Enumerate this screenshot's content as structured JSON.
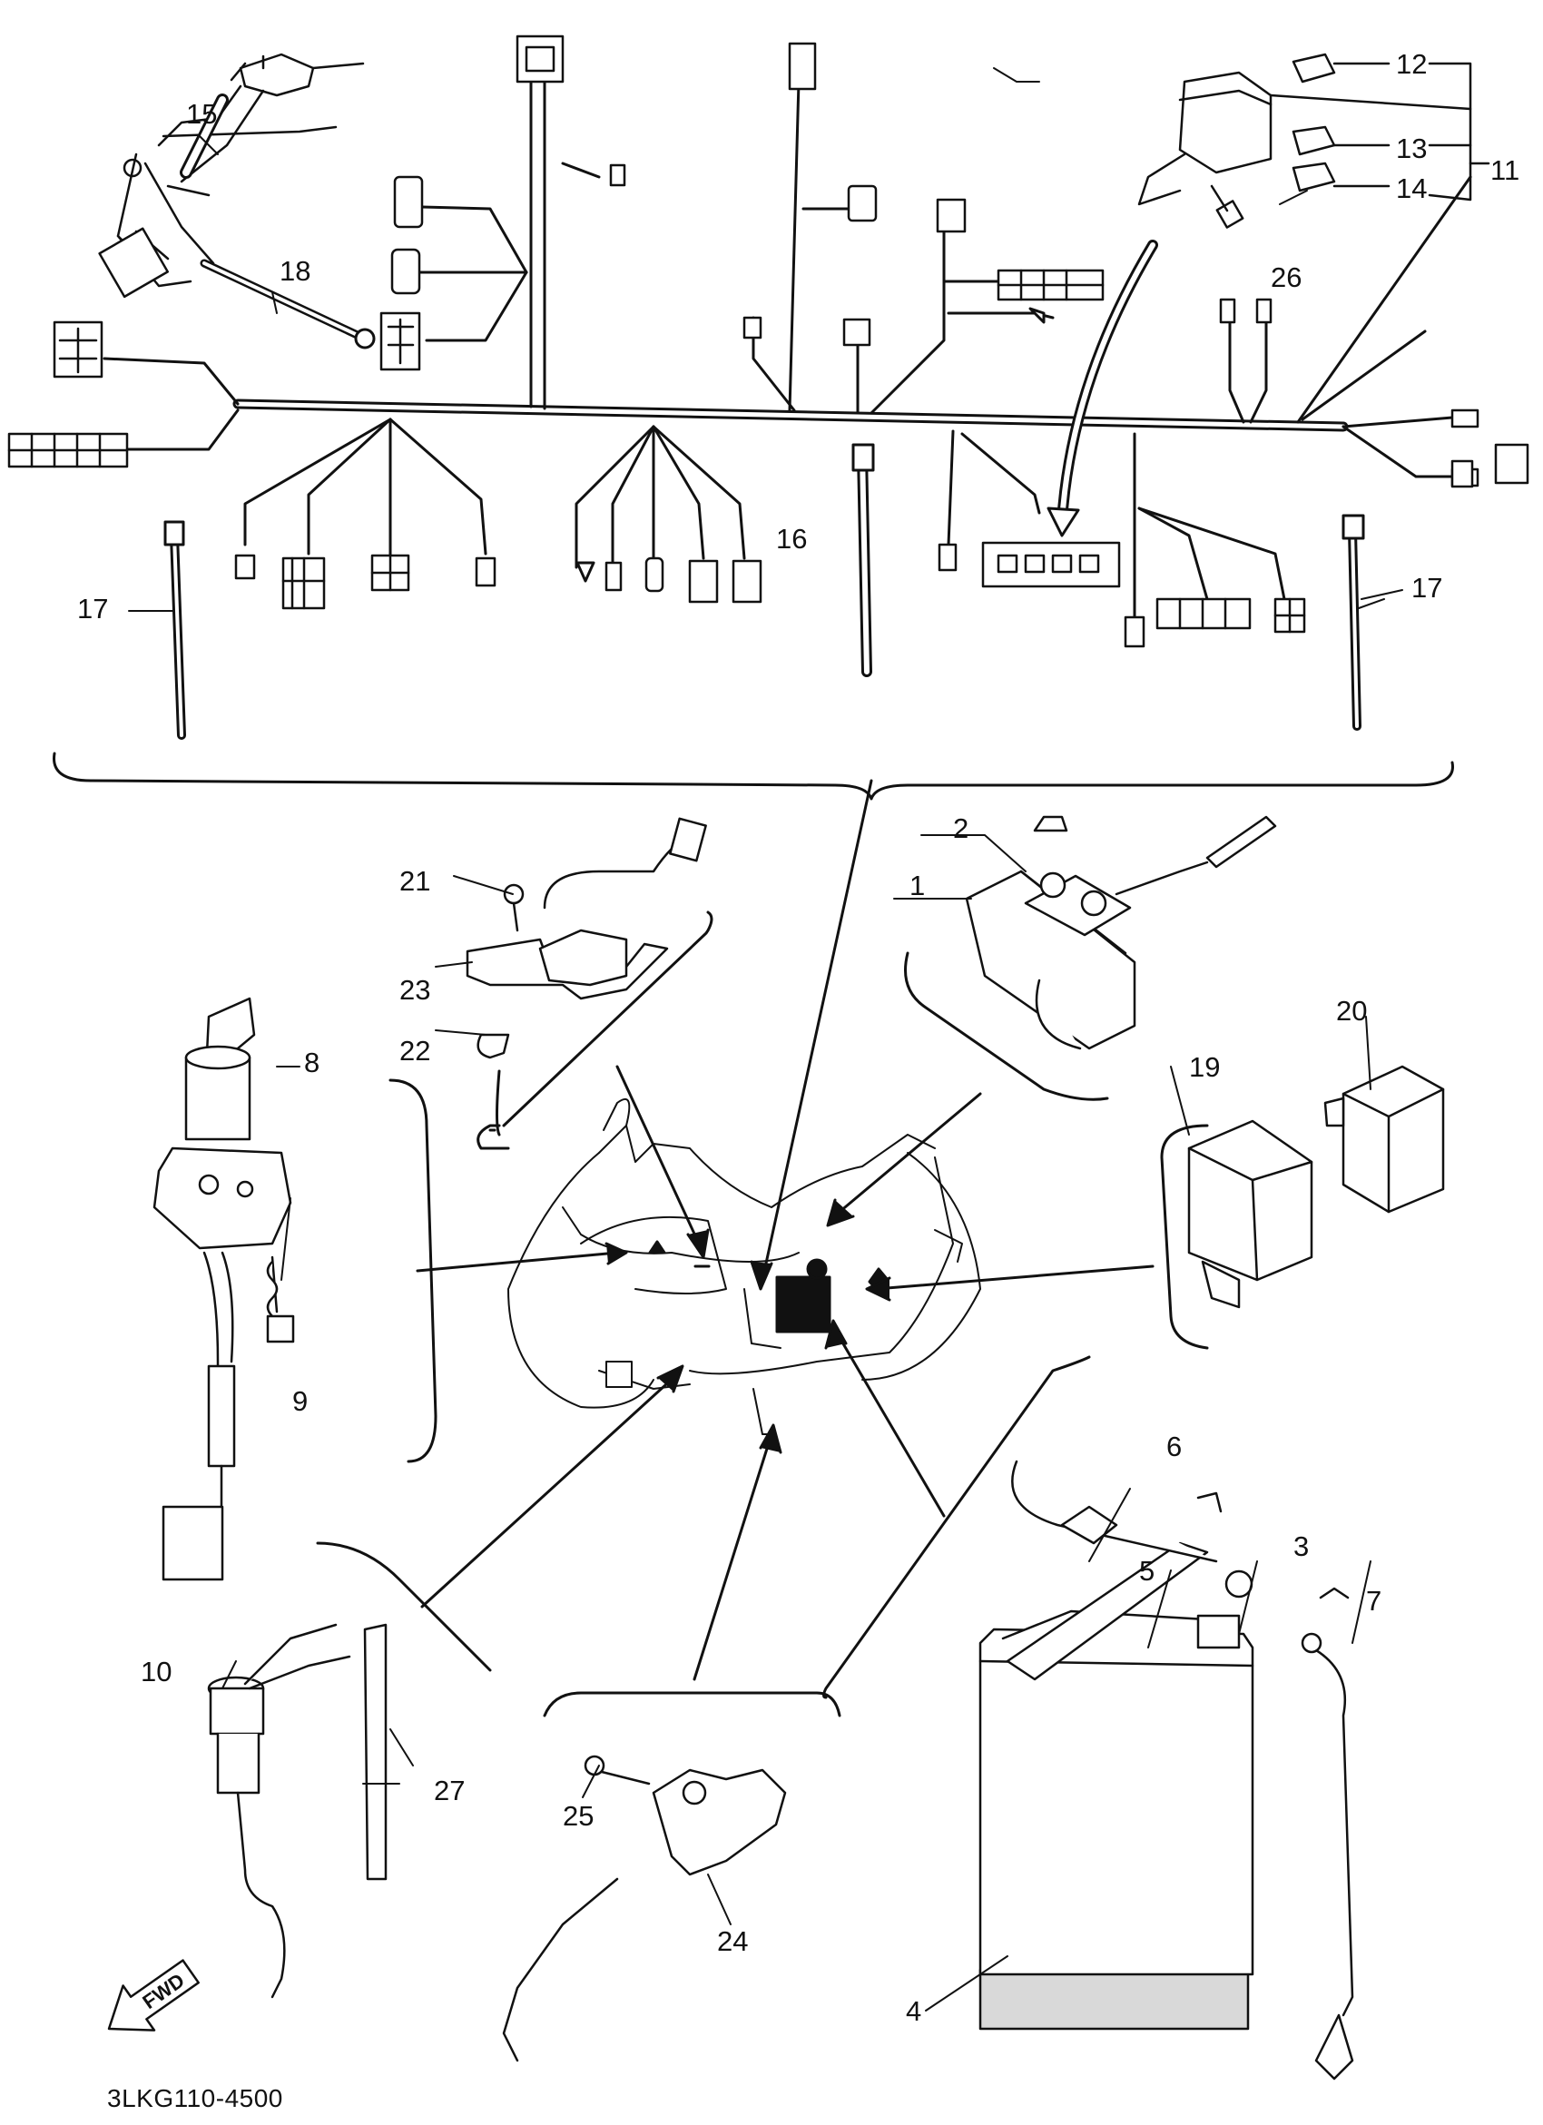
{
  "diagram": {
    "catalog_number": "3LKG110-4500",
    "forward_label": "FWD",
    "callouts": {
      "c1": "1",
      "c2": "2",
      "c3": "3",
      "c4": "4",
      "c5": "5",
      "c6": "6",
      "c7": "7",
      "c8": "8",
      "c9": "9",
      "c10": "10",
      "c11": "11",
      "c12": "12",
      "c13": "13",
      "c14": "14",
      "c15": "15",
      "c16": "16",
      "c17a": "17",
      "c17b": "17",
      "c18": "18",
      "c19": "19",
      "c20": "20",
      "c21": "21",
      "c22": "22",
      "c23": "23",
      "c24": "24",
      "c25": "25",
      "c26": "26",
      "c27": "27"
    }
  }
}
